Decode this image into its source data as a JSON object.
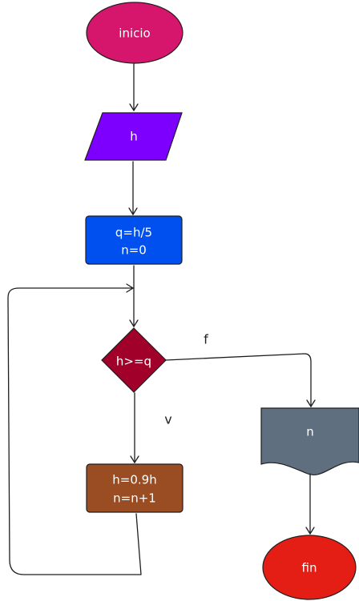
{
  "nodes": {
    "start": {
      "label": "inicio",
      "color": "#d6156c"
    },
    "input": {
      "label": "h",
      "color": "#7d00ff"
    },
    "process1": {
      "line1": "q=h/5",
      "line2": "n=0",
      "color": "#0050f0"
    },
    "decision": {
      "label": "h>=q",
      "color": "#a0002a"
    },
    "process2": {
      "line1": "h=0.9h",
      "line2": "n=n+1",
      "color": "#9a4c23"
    },
    "output": {
      "label": "n",
      "color": "#5f6f80"
    },
    "end": {
      "label": "fin",
      "color": "#e41e14"
    }
  },
  "edges": {
    "false_label": "f",
    "true_label": "v"
  }
}
